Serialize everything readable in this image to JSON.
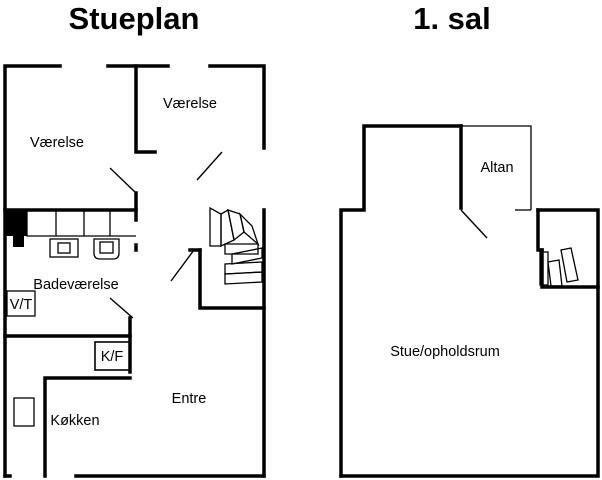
{
  "ground_floor": {
    "title": "Stueplan",
    "rooms": {
      "bedroom_1": "Værelse",
      "bedroom_2": "Værelse",
      "bathroom": "Badeværelse",
      "water_heater": "V/T",
      "fridge_freezer": "K/F",
      "kitchen": "Køkken",
      "entrance": "Entre"
    }
  },
  "first_floor": {
    "title": "1. sal",
    "rooms": {
      "balcony": "Altan",
      "living_room": "Stue/opholdsrum"
    }
  }
}
